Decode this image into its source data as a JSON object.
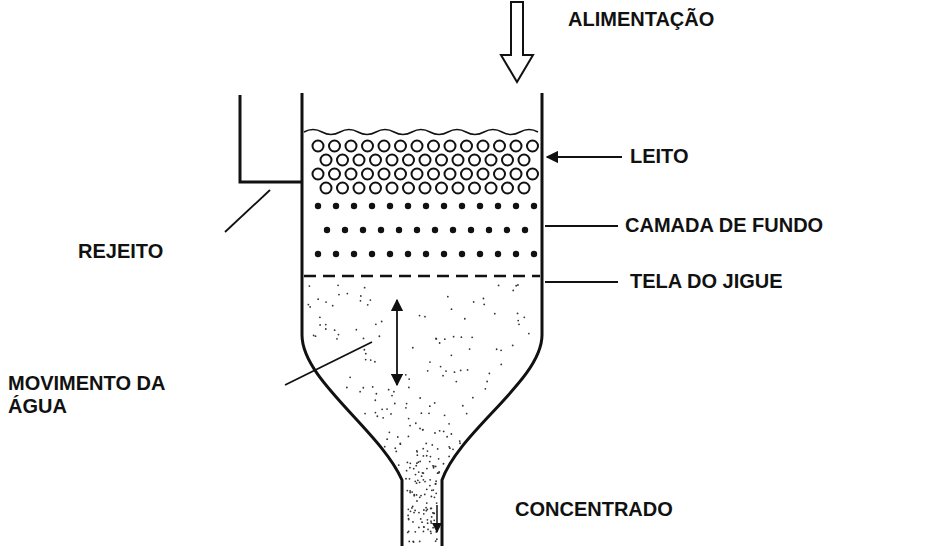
{
  "diagram": {
    "labels": [
      "ALIMENTAÇÃO",
      "LEITO",
      "CAMADA DE FUNDO",
      "REJEITO",
      "TELA DO JIGUE",
      "MOVIMENTO DA ÁGUA",
      "CONCENTRADO"
    ]
  }
}
